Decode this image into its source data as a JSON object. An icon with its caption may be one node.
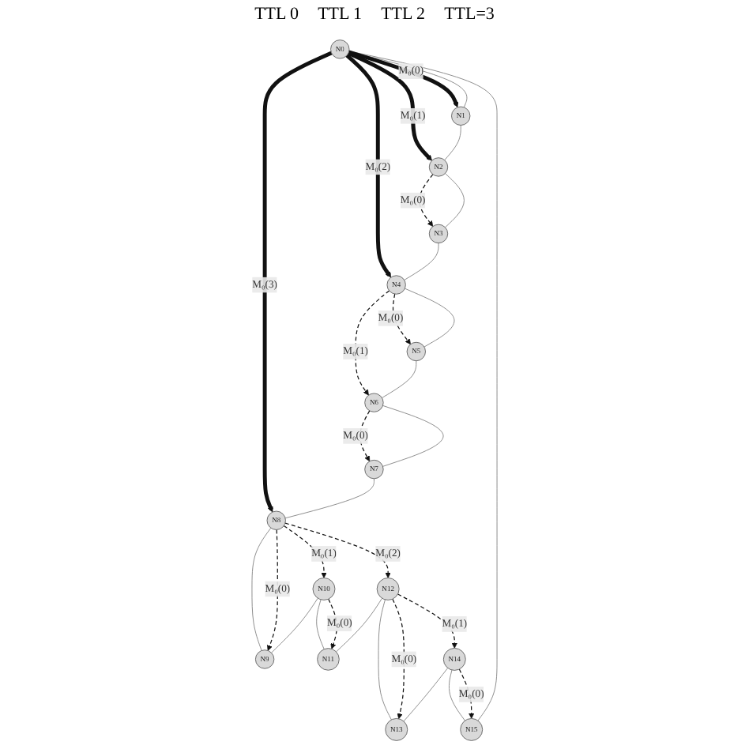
{
  "diagram": {
    "nodes": [
      {
        "text": [
          "N0"
        ]
      },
      {
        "text": [
          "N1"
        ]
      },
      {
        "text": [
          "N2"
        ]
      },
      {
        "text": [
          "N3"
        ]
      },
      {
        "text": [
          "N4"
        ]
      },
      {
        "text": [
          "N5"
        ]
      },
      {
        "text": [
          "N6"
        ]
      },
      {
        "text": [
          "N7"
        ]
      },
      {
        "text": [
          "N8"
        ]
      },
      {
        "text": [
          "N9"
        ]
      },
      {
        "text": [
          "N10"
        ]
      },
      {
        "text": [
          "N11"
        ]
      },
      {
        "text": [
          "N12"
        ]
      },
      {
        "text": [
          "N13"
        ]
      },
      {
        "text": [
          "N14"
        ]
      },
      {
        "text": [
          "N15"
        ]
      }
    ],
    "edges": [
      {
        "from": 0,
        "to": 1,
        "arrow": "none"
      },
      {
        "from": 1,
        "to": 2,
        "arrow": "none"
      },
      {
        "from": 2,
        "to": 3,
        "arrow": "none"
      },
      {
        "from": 3,
        "to": 4,
        "arrow": "none"
      },
      {
        "from": 4,
        "to": 5,
        "arrow": "none"
      },
      {
        "from": 5,
        "to": 6,
        "arrow": "none"
      },
      {
        "from": 6,
        "to": 7,
        "arrow": "none"
      },
      {
        "from": 7,
        "to": 8,
        "arrow": "none"
      },
      {
        "from": 9,
        "to": 8,
        "arrow": "none"
      },
      {
        "from": 10,
        "to": 9,
        "arrow": "none"
      },
      {
        "from": 11,
        "to": 10,
        "arrow": "none"
      },
      {
        "from": 12,
        "to": 11,
        "arrow": "none"
      },
      {
        "from": 13,
        "to": 12,
        "arrow": "none"
      },
      {
        "from": 14,
        "to": 13,
        "arrow": "none"
      },
      {
        "from": 15,
        "to": 14,
        "arrow": "none"
      },
      {
        "from": 0,
        "to": 15,
        "arrow": "none"
      },
      {
        "from": 0,
        "to": 1,
        "arrow": "to",
        "label": "M₀(0)",
        "style": "thick",
        "color": "#111111"
      },
      {
        "from": 0,
        "to": 2,
        "arrow": "to",
        "label": "M₀(1)",
        "style": "thick",
        "color": "#111111"
      },
      {
        "from": 0,
        "to": 4,
        "arrow": "to",
        "label": "M₀(2)",
        "style": "thick",
        "color": "#111111"
      },
      {
        "from": 0,
        "to": 8,
        "arrow": "to",
        "label": "M₀(3)",
        "style": "thick",
        "color": "#111111"
      },
      {
        "from": 2,
        "to": 3,
        "arrow": "to",
        "label": "M₀(0)",
        "style": "dashed",
        "color": "#111111"
      },
      {
        "from": 4,
        "to": 5,
        "arrow": "to",
        "label": "M₀(0)",
        "style": "dashed",
        "color": "#111111"
      },
      {
        "from": 4,
        "to": 6,
        "arrow": "to",
        "label": "M₀(1)",
        "style": "dashed",
        "color": "#111111"
      },
      {
        "from": 6,
        "to": 7,
        "arrow": "to",
        "label": "M₀(0)",
        "style": "dashed",
        "color": "#111111"
      },
      {
        "from": 8,
        "to": 9,
        "arrow": "to",
        "label": "M₀(0)",
        "style": "dashed",
        "color": "#111111"
      },
      {
        "from": 8,
        "to": 10,
        "arrow": "to",
        "label": "M₀(1)",
        "style": "dashed",
        "color": "#111111"
      },
      {
        "from": 8,
        "to": 12,
        "arrow": "to",
        "label": "M₀(2)",
        "style": "dashed",
        "color": "#111111"
      },
      {
        "from": 10,
        "to": 11,
        "arrow": "to",
        "label": "M₀(0)",
        "style": "dashed",
        "color": "#111111"
      },
      {
        "from": 12,
        "to": 13,
        "arrow": "to",
        "label": "M₀(0)",
        "style": "dashed",
        "color": "#111111"
      },
      {
        "from": 12,
        "to": 14,
        "arrow": "to",
        "label": "M₀(1)",
        "style": "dashed",
        "color": "#111111"
      },
      {
        "from": 14,
        "to": 15,
        "arrow": "to",
        "label": "M₀(0)",
        "style": "dashed",
        "color": "#111111"
      }
    ],
    "labels": [
      "TTL 0",
      "TTL 1",
      "TTL 2",
      "TTL=3"
    ]
  }
}
